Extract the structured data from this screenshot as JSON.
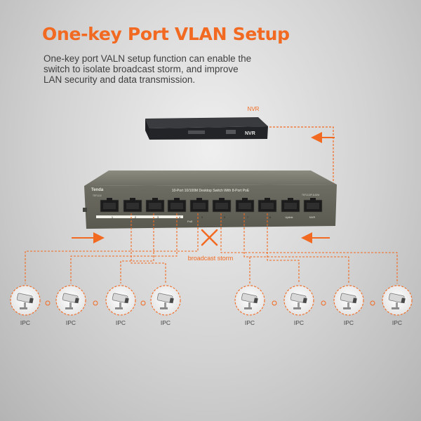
{
  "headline": "One-key Port VLAN Setup",
  "description_lines": [
    "One-key port VALN setup function can enable the",
    "switch to isolate broadcast storm, and improve",
    "LAN security and data transmission."
  ],
  "nvr": {
    "label": "NVR",
    "front_label": "NVR"
  },
  "switch": {
    "brand": "Tenda",
    "title": "10-Port 10/100M Desktop Switch With 8-Port PoE",
    "model_left": "TEF1110",
    "model_right": "TEF1110P-8-63W",
    "port_numbers": [
      "1",
      "2",
      "3",
      "4",
      "5",
      "6",
      "7",
      "8"
    ],
    "uplink_label": "Uplink",
    "nvr_port_label": "NVR",
    "poe_label": "PoE"
  },
  "broadcast_label": "broadcast storm",
  "cameras": [
    {
      "label": "IPC"
    },
    {
      "label": "IPC"
    },
    {
      "label": "IPC"
    },
    {
      "label": "IPC"
    },
    {
      "label": "IPC"
    },
    {
      "label": "IPC"
    },
    {
      "label": "IPC"
    },
    {
      "label": "IPC"
    }
  ],
  "colors": {
    "accent": "#f26a21",
    "switch_body": "#77766c",
    "nvr_body": "#2a2b2e"
  }
}
